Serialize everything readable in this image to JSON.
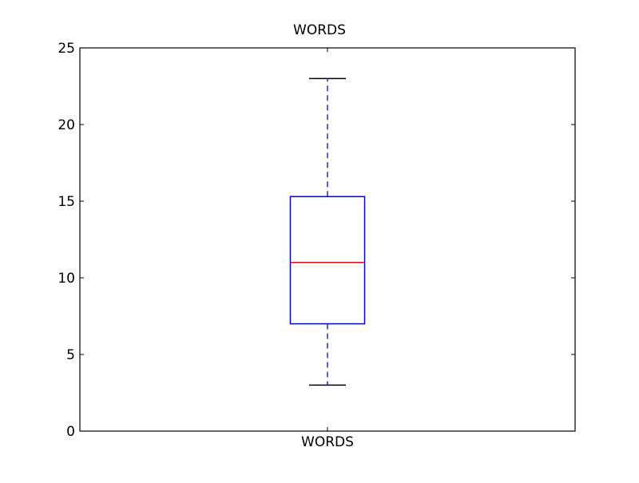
{
  "chart_data": {
    "type": "box",
    "title": "WORDS",
    "xlabel": "",
    "ylabel": "",
    "categories": [
      "WORDS"
    ],
    "boxes": [
      {
        "name": "WORDS",
        "whisker_low": 3,
        "q1": 7,
        "median": 11,
        "q3": 15.3,
        "whisker_high": 23
      }
    ],
    "ylim": [
      0,
      25
    ],
    "yticks": [
      0,
      5,
      10,
      15,
      20,
      25
    ],
    "ytick_labels": [
      "0",
      "5",
      "10",
      "15",
      "20",
      "25"
    ],
    "grid": false,
    "legend": "none",
    "colors": {
      "box": "#0000ff",
      "median": "#ff0000",
      "whisker": "#0000ff",
      "cap": "#000000",
      "axes": "#000000"
    }
  }
}
